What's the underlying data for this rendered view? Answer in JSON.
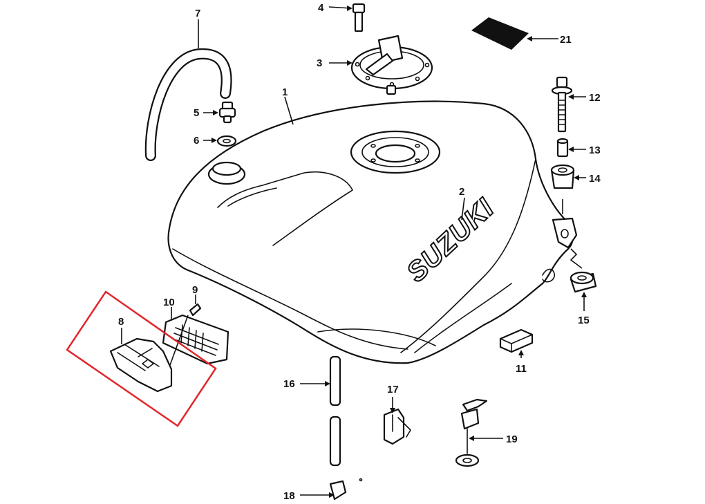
{
  "diagram": {
    "brand_text": "SUZUKI",
    "highlight_color": "#e0262b",
    "callouts": [
      "1",
      "2",
      "3",
      "4",
      "5",
      "6",
      "7",
      "8",
      "9",
      "10",
      "11",
      "12",
      "13",
      "14",
      "15",
      "16",
      "17",
      "18",
      "19",
      "21"
    ]
  }
}
